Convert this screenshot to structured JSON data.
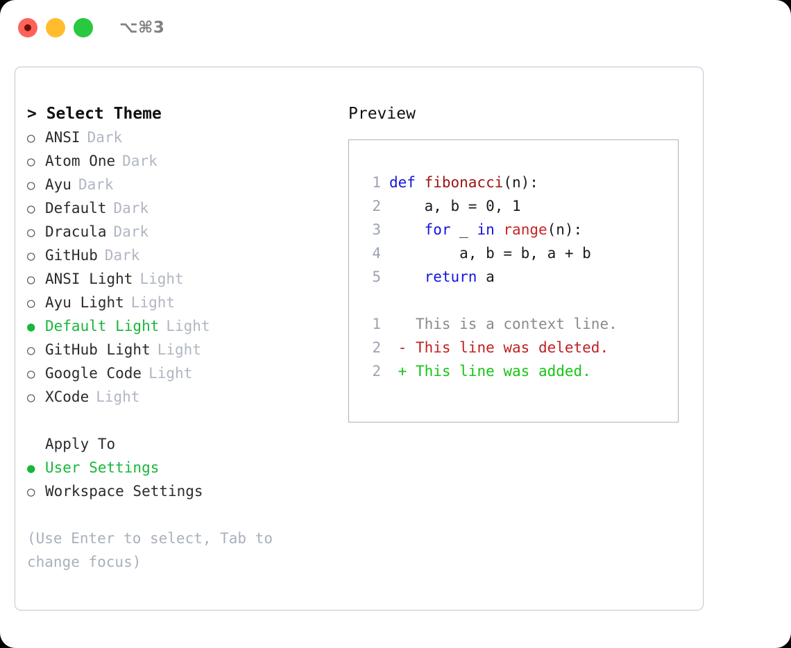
{
  "titlebar": {
    "shortcut": "⌥⌘3",
    "buttons": [
      {
        "name": "close-button",
        "color": "#ff6259"
      },
      {
        "name": "minimize-button",
        "color": "#ffbd2e"
      },
      {
        "name": "maximize-button",
        "color": "#28c840"
      }
    ]
  },
  "theme_picker": {
    "heading": "> Select Theme",
    "items": [
      {
        "bullet": "○",
        "label": "ANSI",
        "badge": "Dark",
        "selected": false
      },
      {
        "bullet": "○",
        "label": "Atom One",
        "badge": "Dark",
        "selected": false
      },
      {
        "bullet": "○",
        "label": "Ayu",
        "badge": "Dark",
        "selected": false
      },
      {
        "bullet": "○",
        "label": "Default",
        "badge": "Dark",
        "selected": false
      },
      {
        "bullet": "○",
        "label": "Dracula",
        "badge": "Dark",
        "selected": false
      },
      {
        "bullet": "○",
        "label": "GitHub",
        "badge": "Dark",
        "selected": false
      },
      {
        "bullet": "○",
        "label": "ANSI Light",
        "badge": "Light",
        "selected": false
      },
      {
        "bullet": "○",
        "label": "Ayu Light",
        "badge": "Light",
        "selected": false
      },
      {
        "bullet": "●",
        "label": "Default Light",
        "badge": "Light",
        "selected": true
      },
      {
        "bullet": "○",
        "label": "GitHub Light",
        "badge": "Light",
        "selected": false
      },
      {
        "bullet": "○",
        "label": "Google Code",
        "badge": "Light",
        "selected": false
      },
      {
        "bullet": "○",
        "label": "XCode",
        "badge": "Light",
        "selected": false
      }
    ]
  },
  "apply_to": {
    "heading": "Apply To",
    "items": [
      {
        "bullet": "●",
        "label": "User Settings",
        "selected": true
      },
      {
        "bullet": "○",
        "label": "Workspace Settings",
        "selected": false
      }
    ]
  },
  "hint": "(Use Enter to select, Tab to change focus)",
  "preview": {
    "title": "Preview",
    "code_lines": [
      {
        "no": "1",
        "tokens": [
          {
            "t": "def ",
            "c": "kw"
          },
          {
            "t": "fibonacci",
            "c": "fn"
          },
          {
            "t": "(n):",
            "c": "txt"
          }
        ]
      },
      {
        "no": "2",
        "tokens": [
          {
            "t": "    a, b = 0, 1",
            "c": "txt"
          }
        ]
      },
      {
        "no": "3",
        "tokens": [
          {
            "t": "    ",
            "c": "txt"
          },
          {
            "t": "for",
            "c": "kw"
          },
          {
            "t": " _ ",
            "c": "txt"
          },
          {
            "t": "in",
            "c": "kw"
          },
          {
            "t": " ",
            "c": "txt"
          },
          {
            "t": "range",
            "c": "bi"
          },
          {
            "t": "(n):",
            "c": "txt"
          }
        ]
      },
      {
        "no": "4",
        "tokens": [
          {
            "t": "        a, b = b, a + b",
            "c": "txt"
          }
        ]
      },
      {
        "no": "5",
        "tokens": [
          {
            "t": "    ",
            "c": "txt"
          },
          {
            "t": "return",
            "c": "kw"
          },
          {
            "t": " a",
            "c": "txt"
          }
        ]
      }
    ],
    "diff_lines": [
      {
        "no": "1",
        "marker": " ",
        "text": "This is a context line.",
        "c": "ctx"
      },
      {
        "no": "2",
        "marker": "-",
        "text": "This line was deleted.",
        "c": "del"
      },
      {
        "no": "2",
        "marker": "+",
        "text": "This line was added.",
        "c": "add"
      }
    ]
  },
  "colors": {
    "selected_green": "#18b63a",
    "badge_gray": "#b0b6c2",
    "hint_gray": "#a8b0bd",
    "keyword_blue": "#1414dd",
    "function_red": "#9e1111",
    "builtin_red": "#cc2222",
    "diff_delete": "#c02020",
    "diff_add": "#14c514",
    "panel_border": "#bfc6d2",
    "preview_border": "#a9b2c1"
  }
}
